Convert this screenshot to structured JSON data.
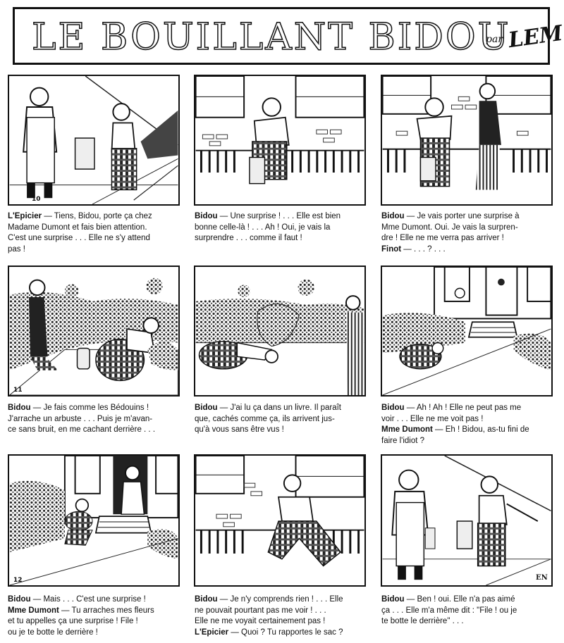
{
  "header": {
    "title": "LE BOUILLANT BIDOU",
    "by": "par",
    "author": "LEM"
  },
  "panels": [
    {
      "number": "10",
      "lines": [
        {
          "speaker": "L'Epicier",
          "text": " — Tiens, Bidou, porte ça chez"
        },
        {
          "text": "Madame Dumont et fais bien attention."
        },
        {
          "text": "C'est une surprise . . . Elle ne s'y attend"
        },
        {
          "text": "pas !"
        }
      ]
    },
    {
      "lines": [
        {
          "speaker": "Bidou",
          "text": " — Une surprise ! . . . Elle est bien"
        },
        {
          "text": "bonne celle-là ! . . . Ah ! Oui, je vais la"
        },
        {
          "text": "surprendre . . . comme il faut !"
        }
      ]
    },
    {
      "lines": [
        {
          "speaker": "Bidou",
          "text": " — Je vais porter une surprise à"
        },
        {
          "text": "Mme Dumont. Oui. Je vais la surpren-"
        },
        {
          "text": "dre ! Elle ne me verra pas arriver !"
        },
        {
          "speaker": "Finot",
          "text": " — . . . ? . . ."
        }
      ]
    },
    {
      "number": "11",
      "lines": [
        {
          "speaker": "Bidou",
          "text": " — Je fais comme les Bédouins !"
        },
        {
          "text": "J'arrache un arbuste . . . Puis je m'avan-"
        },
        {
          "text": "ce sans bruit, en me cachant derrière . . ."
        }
      ]
    },
    {
      "lines": [
        {
          "speaker": "Bidou",
          "text": " — J'ai lu ça dans un livre. Il paraît"
        },
        {
          "text": "que, cachés comme ça, ils arrivent jus-"
        },
        {
          "text": "qu'à vous sans être vus !"
        }
      ]
    },
    {
      "lines": [
        {
          "speaker": "Bidou",
          "text": " — Ah ! Ah ! Elle ne peut pas me"
        },
        {
          "text": "voir . . . Elle ne me voit pas !"
        },
        {
          "speaker": "Mme Dumont",
          "text": " — Eh ! Bidou, as-tu fini de"
        },
        {
          "text": "faire l'idiot ?"
        }
      ]
    },
    {
      "number": "12",
      "lines": [
        {
          "speaker": "Bidou",
          "text": " — Mais . . . C'est une surprise !"
        },
        {
          "speaker": "Mme Dumont",
          "text": " — Tu arraches mes fleurs"
        },
        {
          "text": "et tu appelles ça une surprise ! File !"
        },
        {
          "text": "ou je te botte le derrière !"
        }
      ]
    },
    {
      "lines": [
        {
          "speaker": "Bidou",
          "text": " — Je n'y comprends rien ! . . . Elle"
        },
        {
          "text": "ne pouvait pourtant pas me voir ! . . ."
        },
        {
          "text": "Elle ne me voyait certainement pas !"
        },
        {
          "speaker": "L'Epicier",
          "text": " — Quoi ? Tu rapportes le sac ?"
        }
      ]
    },
    {
      "signature": "EN",
      "lines": [
        {
          "speaker": "Bidou",
          "text": " — Ben ! oui. Elle n'a pas aimé"
        },
        {
          "text": "ça . . . Elle m'a même dit : \"File ! ou je"
        },
        {
          "text": "te botte le derrière\" . . ."
        }
      ]
    }
  ]
}
